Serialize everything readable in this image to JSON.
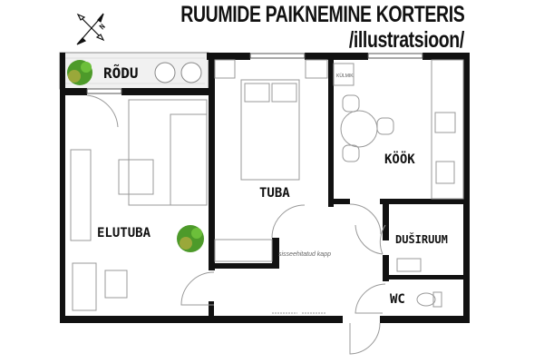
{
  "header": {
    "title": "RUUMIDE PAIKNEMINE KORTERIS",
    "subtitle": "/illustratsioon/"
  },
  "compass": {
    "label": "N"
  },
  "rooms": {
    "balcony": "RÕDU",
    "living_room": "ELUTUBA",
    "bedroom": "TUBA",
    "kitchen": "KÖÖK",
    "shower_room": "DUŠIRUUM",
    "wc": "WC"
  },
  "annotations": {
    "closet": "sisseehitatud kapp",
    "fridge": "KÜLMIK"
  },
  "colors": {
    "wall": "#111111",
    "plant": "#5aa02c",
    "line": "#888888"
  }
}
